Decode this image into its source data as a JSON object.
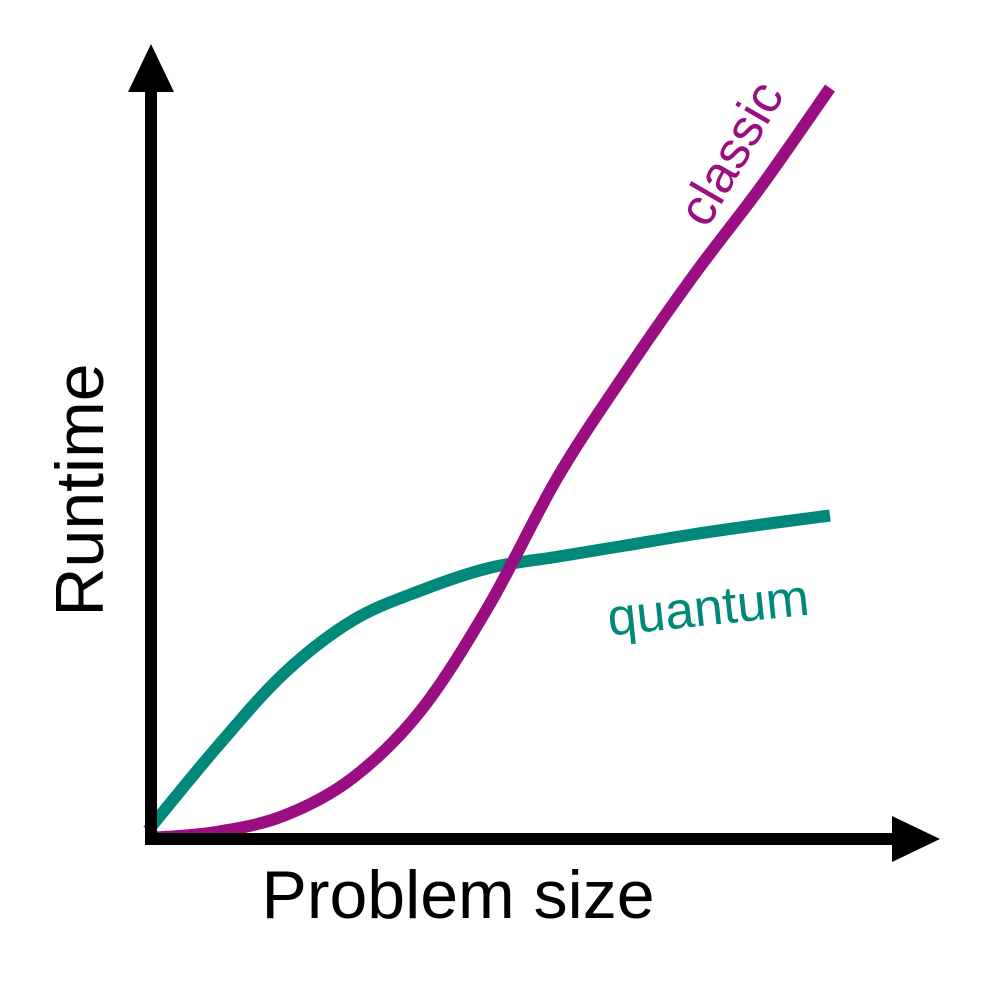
{
  "chart_data": {
    "type": "line",
    "title": "",
    "xlabel": "Problem size",
    "ylabel": "Runtime",
    "xlim": [
      0,
      1
    ],
    "ylim": [
      0,
      1
    ],
    "grid": false,
    "legend": "none",
    "series": [
      {
        "name": "classic",
        "color": "#9b0e82",
        "x": [
          0,
          0.1,
          0.2,
          0.3,
          0.4,
          0.5,
          0.6,
          0.7,
          0.8,
          0.9,
          1.0
        ],
        "y": [
          0,
          0.008,
          0.03,
          0.08,
          0.17,
          0.31,
          0.48,
          0.62,
          0.75,
          0.87,
          1.0
        ]
      },
      {
        "name": "quantum",
        "color": "#00897b",
        "x": [
          0,
          0.1,
          0.2,
          0.3,
          0.4,
          0.5,
          0.6,
          0.7,
          0.8,
          0.9,
          1.0
        ],
        "y": [
          0.01,
          0.12,
          0.22,
          0.29,
          0.33,
          0.36,
          0.375,
          0.39,
          0.405,
          0.418,
          0.43
        ]
      }
    ]
  }
}
